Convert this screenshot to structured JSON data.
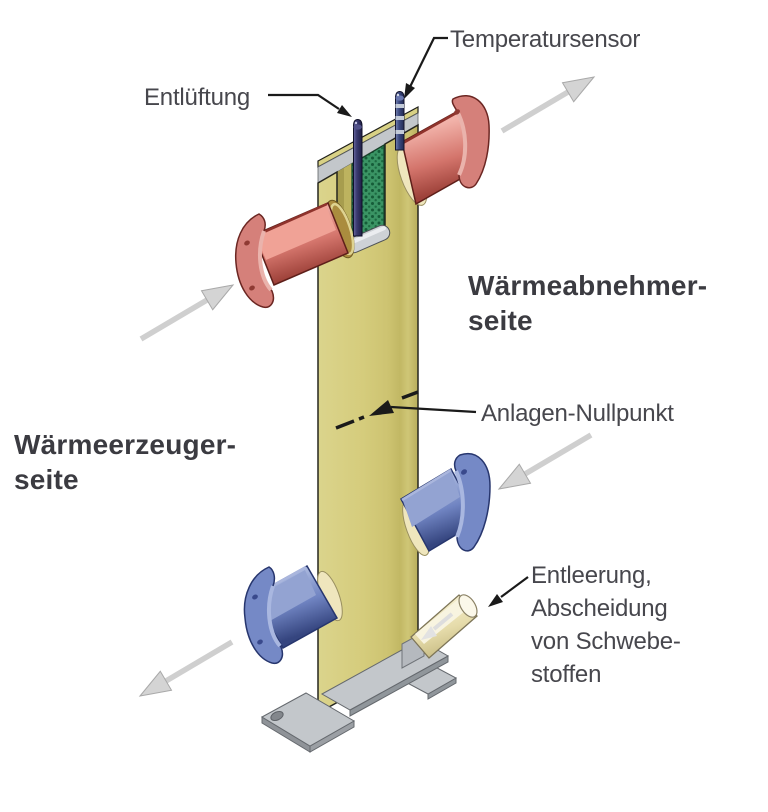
{
  "diagram": {
    "labels": {
      "temperatursensor": "Temperatursensor",
      "entlueftung": "Entlüftung",
      "waermeabnehmer": {
        "line1": "Wärmeabnehmer-",
        "line2": "seite"
      },
      "anlagen_nullpunkt": "Anlagen-Nullpunkt",
      "waermeerzeuger": {
        "line1": "Wärmeerzeuger-",
        "line2": "seite"
      },
      "entleerung": {
        "line1": "Entleerung,",
        "line2": "Abscheidung",
        "line3": "von Schwebe-",
        "line4": "stoffen"
      }
    },
    "colors": {
      "background": "#ffffff",
      "text": "#47474d",
      "leader_line": "#1a1a1a",
      "column_yellow": "#d5cd7d",
      "hot_pipe_red": "#d5807a",
      "cold_pipe_blue": "#7589c6",
      "mesh_green": "#3a9464",
      "vent_rod_navy": "#3c3c6e",
      "flow_arrow_gray": "#cfcfcf",
      "steel_gray": "#c3c7cb",
      "drain_cream": "#efe6bd"
    },
    "flow_arrows": [
      {
        "name": "flow-arrow-consumer-supply-out",
        "direction": "up-right"
      },
      {
        "name": "flow-arrow-generator-supply-in",
        "direction": "up-right"
      },
      {
        "name": "flow-arrow-consumer-return-in",
        "direction": "down-left"
      },
      {
        "name": "flow-arrow-generator-return-out",
        "direction": "down-left"
      }
    ]
  }
}
